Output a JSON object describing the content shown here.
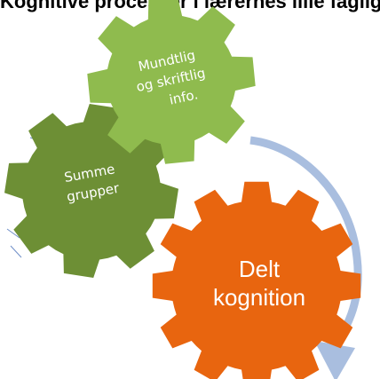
{
  "heading": "Kognitive processer i lærernes lille faglige nætværk og i pædagogisk fællesskab",
  "gears": {
    "top": {
      "lines": [
        "Mundtlig",
        "og skriftlig",
        "info."
      ],
      "color": "#8fbb4e"
    },
    "left": {
      "lines": [
        "Summe",
        "grupper"
      ],
      "color": "#6d8f35"
    },
    "big": {
      "lines": [
        "Delt",
        "kognition"
      ],
      "color": "#e8650f"
    }
  },
  "arrow_color": "#a9bedf"
}
